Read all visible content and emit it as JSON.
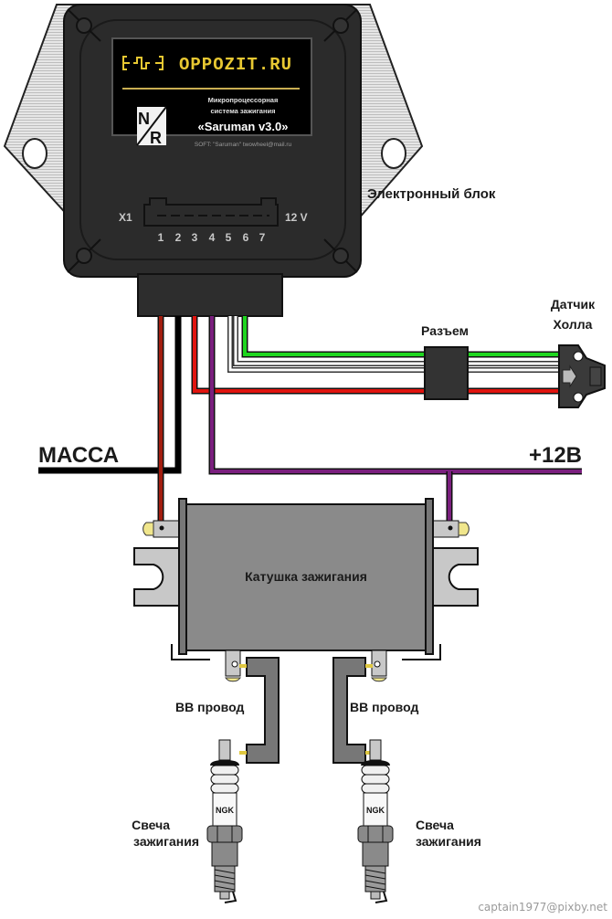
{
  "title": "Wiring diagram: microprocessor ignition system",
  "ecu": {
    "brand": "OPPOZIT.RU",
    "subtitle_line1": "Микропроцессорная",
    "subtitle_line2": "система зажигания",
    "model": "«Saruman v3.0»",
    "credit": "SOFT: \"Saruman\" twowheel@mail.ru",
    "logo_letters": [
      "N",
      "R"
    ],
    "connector_name": "X1",
    "connector_voltage": "12 V",
    "pins": [
      "1",
      "2",
      "3",
      "4",
      "5",
      "6",
      "7"
    ],
    "label": "Электронный блок"
  },
  "connector_label": "Разъем",
  "hall_sensor": {
    "line1": "Датчик",
    "line2": "Холла"
  },
  "ground_label": "МАССА",
  "power_label": "+12В",
  "coil_label": "Катушка зажигания",
  "hv_wires": [
    "ВВ провод",
    "ВВ провод"
  ],
  "spark_plugs": [
    {
      "brand": "NGK",
      "line1": "Свеча",
      "line2": "зажигания"
    },
    {
      "brand": "NGK",
      "line1": "Свеча",
      "line2": "зажигания"
    }
  ],
  "wire_colors": {
    "ground": "#000000",
    "coil_left": "#a31d0f",
    "sensor_power": "#e0140f",
    "power_12v": "#7a1f7e",
    "signal_white_1": "#ffffff",
    "signal_white_2": "#ffffff",
    "signal_green": "#1ed61e"
  },
  "watermark": "captain1977@pixby.net"
}
